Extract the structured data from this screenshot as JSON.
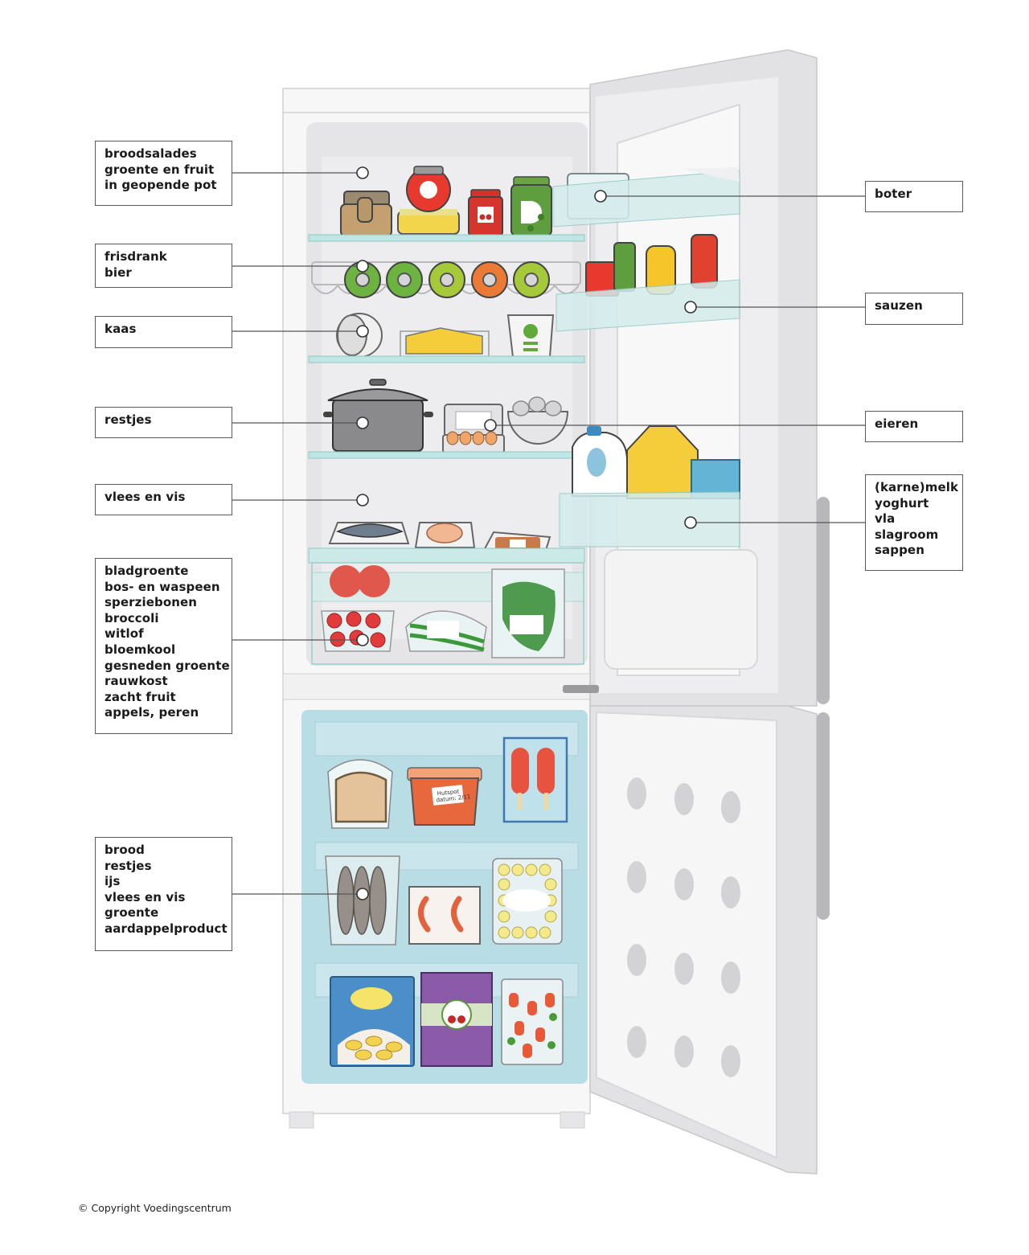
{
  "labels": {
    "broodsalades": [
      "broodsalades",
      "groente en fruit",
      "in geopende pot"
    ],
    "frisdrank": [
      "frisdrank",
      "bier"
    ],
    "kaas": [
      "kaas"
    ],
    "restjes": [
      "restjes"
    ],
    "vlees_vis": [
      "vlees en vis"
    ],
    "groentela": [
      "bladgroente",
      "bos- en waspeen",
      "sperziebonen",
      "broccoli",
      "witlof",
      "bloemkool",
      "gesneden groente",
      "rauwkost",
      "zacht fruit",
      "appels, peren"
    ],
    "vriezer": [
      "brood",
      "restjes",
      "ijs",
      "vlees en vis",
      "groente",
      "aardappelproduct"
    ],
    "boter": [
      "boter"
    ],
    "sauzen": [
      "sauzen"
    ],
    "eieren": [
      "eieren"
    ],
    "zuivel": [
      "(karne)melk",
      "yoghurt",
      "vla",
      "slagroom",
      "sappen"
    ]
  },
  "food_labels": {
    "hutspot": "Hutspot",
    "datum": "datum: 2/11"
  },
  "copyright": "© Copyright Voedingscentrum",
  "colors": {
    "fridge_body": "#e4e4e6",
    "fridge_interior": "#ececee",
    "freezer_interior": "#b7dbe2",
    "glass_shelf": "#bfe3e3",
    "label_border": "#5a5a5a",
    "connector": "#555555"
  }
}
